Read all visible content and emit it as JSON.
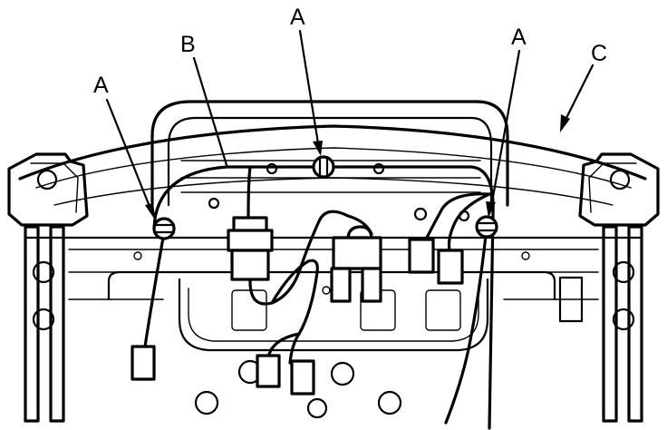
{
  "labels": {
    "clip_top": "A",
    "clip_left": "A",
    "clip_right": "A",
    "harness": "B",
    "seat_frame": "C"
  },
  "colors": {
    "line": "#000000",
    "background": "#ffffff"
  }
}
